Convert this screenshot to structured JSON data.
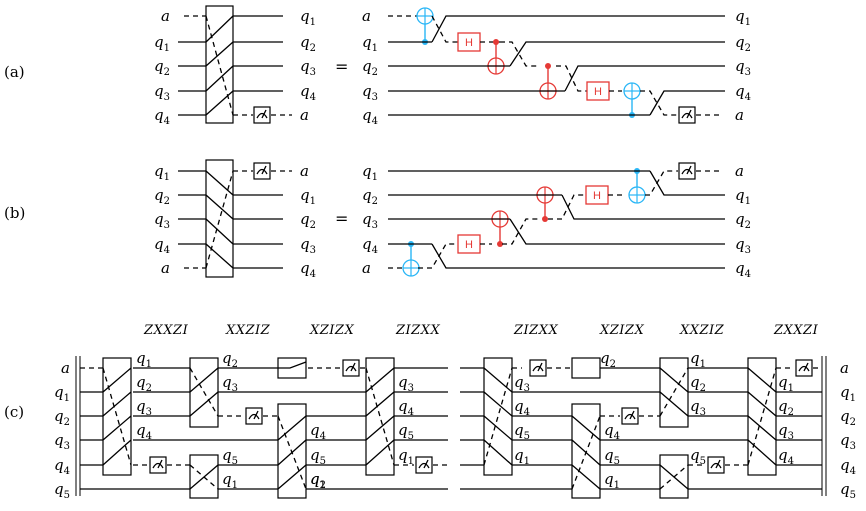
{
  "panel_labels": {
    "a": "(a)",
    "b": "(b)",
    "c": "(c)"
  },
  "equals": "=",
  "gates": {
    "hadamard": "H"
  },
  "panel_a": {
    "left_inputs": [
      "a",
      "q1",
      "q2",
      "q3",
      "q4"
    ],
    "left_outputs": [
      "q1",
      "q2",
      "q3",
      "q4",
      "a"
    ],
    "right_inputs": [
      "a",
      "q1",
      "q2",
      "q3",
      "q4"
    ],
    "right_outputs": [
      "q1",
      "q2",
      "q3",
      "q4",
      "a"
    ]
  },
  "panel_b": {
    "left_inputs": [
      "q1",
      "q2",
      "q3",
      "q4",
      "a"
    ],
    "left_outputs": [
      "a",
      "q1",
      "q2",
      "q3",
      "q4"
    ],
    "right_inputs": [
      "q1",
      "q2",
      "q3",
      "q4",
      "a"
    ],
    "right_outputs": [
      "a",
      "q1",
      "q2",
      "q3",
      "q4"
    ]
  },
  "panel_c": {
    "headers_left": [
      "ZXXZI",
      "XXZIZ",
      "XZIZX",
      "ZIZXX"
    ],
    "headers_right": [
      "ZIZXX",
      "XZIZX",
      "XXZIZ",
      "ZXXZI"
    ],
    "inputs": [
      "a",
      "q1",
      "q2",
      "q3",
      "q4",
      "q5"
    ],
    "outputs": [
      "a",
      "q1",
      "q2",
      "q3",
      "q4",
      "q5"
    ],
    "mid_labels": {
      "L1": [
        "q1",
        "q2",
        "q3",
        "q4"
      ],
      "L2": [
        "q2",
        "q3"
      ],
      "L2b": [
        "q5",
        "q1"
      ],
      "L3": [
        "q4",
        "q5",
        "q1",
        "q2"
      ],
      "L4": [
        "q3",
        "q4",
        "q5",
        "q1"
      ],
      "R1": [
        "q3",
        "q4",
        "q5",
        "q1"
      ],
      "R1b": [
        "q2"
      ],
      "R2": [
        "q4",
        "q5",
        "q1"
      ],
      "R3": [
        "q1",
        "q2",
        "q3"
      ],
      "R3b": [
        "q5"
      ],
      "R4": [
        "q1",
        "q2",
        "q3",
        "q4"
      ]
    }
  }
}
